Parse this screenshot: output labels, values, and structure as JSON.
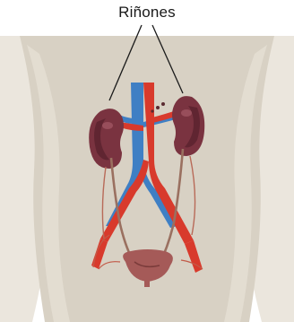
{
  "diagram": {
    "label": "Riñones",
    "colors": {
      "background": "#ffffff",
      "body": "#d8d1c4",
      "body_shadow": "#ebe6dd",
      "kidney": "#7a3340",
      "kidney_dark": "#4e1d28",
      "artery": "#d83a2c",
      "vein": "#3f7fc4",
      "bladder": "#a55a58",
      "leader_line": "#1a1a1a"
    },
    "parts": [
      "left-kidney",
      "right-kidney",
      "aorta",
      "vena-cava",
      "left-ureter",
      "right-ureter",
      "bladder"
    ]
  }
}
